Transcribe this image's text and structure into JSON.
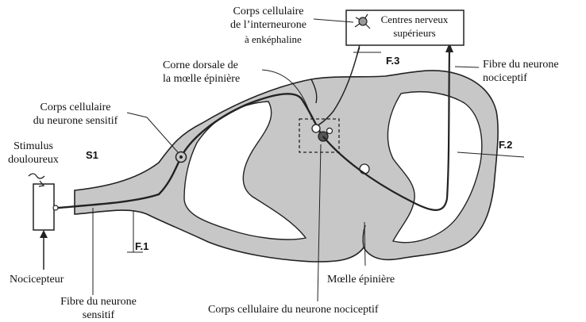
{
  "labels": {
    "interneurone_body": [
      "Corps cellulaire",
      "de l’interneurone"
    ],
    "enkephaline": "à enképhaline",
    "centres_superieurs": [
      "Centres nerveux",
      "supérieurs"
    ],
    "f3": "F.3",
    "fibre_nociceptif": [
      "Fibre du neurone",
      "nociceptif"
    ],
    "corne_dorsale": [
      "Corne dorsale de",
      "la mœlle épinière"
    ],
    "neurone_sensitif_body": [
      "Corps cellulaire",
      "du neurone sensitif"
    ],
    "stimulus": [
      "Stimulus",
      "douloureux"
    ],
    "s1": "S1",
    "f2": "F.2",
    "f1": "F.1",
    "nocicepteur": "Nocicepteur",
    "fibre_sensitif": [
      "Fibre du neurone",
      "sensitif"
    ],
    "moelle": "Mœlle épinière",
    "neurone_nociceptif_body": "Corps cellulaire du neurone nociceptif"
  },
  "colors": {
    "gray_matter_fill": "#c7c7c7",
    "white_matter_fill": "#ffffff",
    "stroke": "#222222"
  }
}
